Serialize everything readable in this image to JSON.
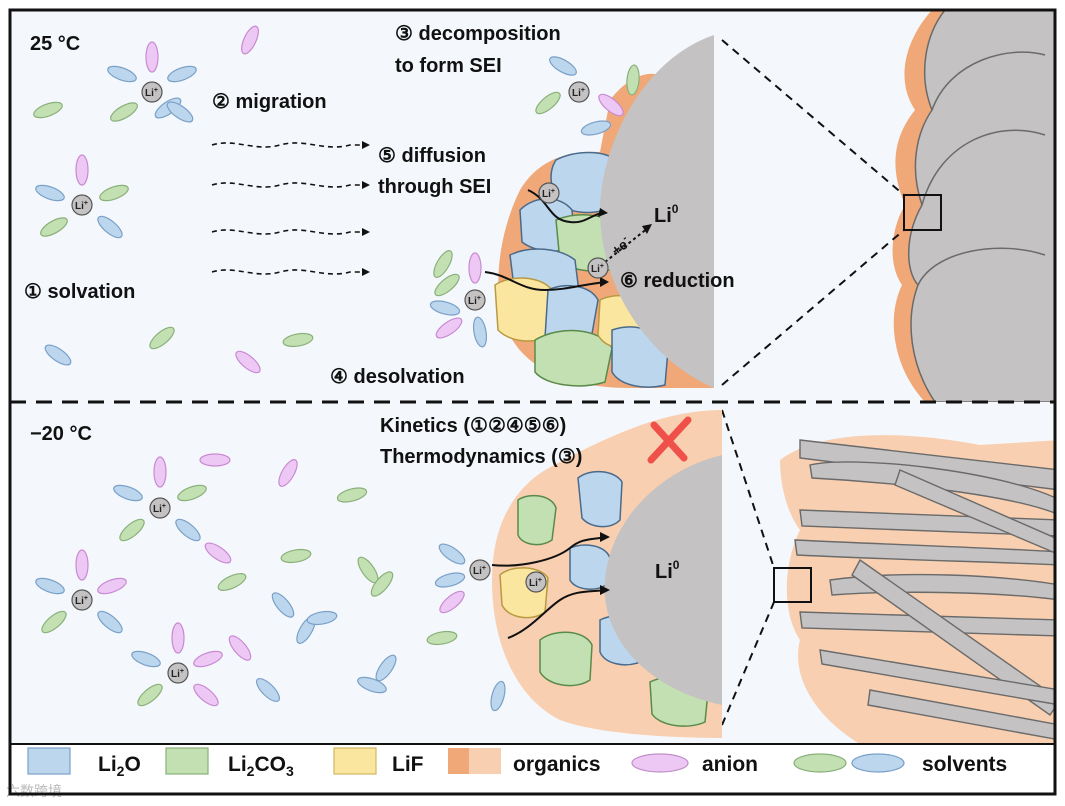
{
  "top": {
    "temperature": "25 °C",
    "step1": "① solvation",
    "step2": "② migration",
    "step3_line1": "③ decomposition",
    "step3_line2": "to form SEI",
    "step4": "④ desolvation",
    "step5_line1": "⑤ diffusion",
    "step5_line2": "through SEI",
    "step6": "⑥ reduction",
    "li_metal": "Li",
    "li_metal_sup": "0",
    "electron": "+e",
    "electron_sup": "-"
  },
  "bottom": {
    "temperature": "−20 °C",
    "kinetics": "Kinetics (①②④⑤⑥)",
    "thermodynamics": "Thermodynamics (③)",
    "li_metal": "Li",
    "li_metal_sup": "0"
  },
  "ion_label": "Li",
  "ion_sup": "+",
  "legend": {
    "li2o_main": "Li",
    "li2o_sub": "2",
    "li2o_end": "O",
    "li2co3_main": "Li",
    "li2co3_sub": "2",
    "li2co3_end": "CO",
    "li2co3_sub2": "3",
    "lif": "LiF",
    "organics": "organics",
    "anion": "anion",
    "solvents": "solvents"
  },
  "watermark": "六数跨境",
  "colors": {
    "li2o": "#bcd6ee",
    "li2co3": "#c3e0b3",
    "lif": "#fbe6a0",
    "organics_dark": "#f0a878",
    "organics_light": "#f8cfb0",
    "anion": "#eec8f4",
    "solvent_green": "#c3e0b3",
    "solvent_blue": "#bcd6ee",
    "lithium": "#c4c2c2",
    "panel_bg": "#f4f8fc",
    "fail_mark": "#f0504a"
  }
}
